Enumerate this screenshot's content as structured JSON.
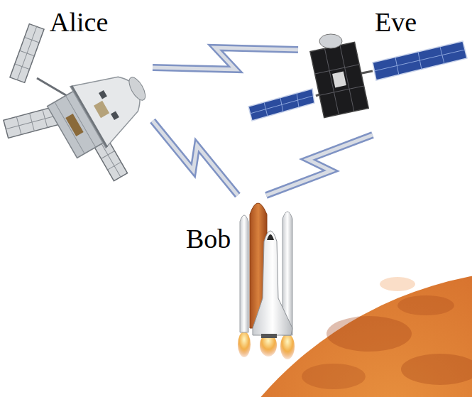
{
  "diagram": {
    "nodes": [
      {
        "text": [
          "Alice"
        ]
      },
      {
        "text": [
          "Eve"
        ]
      },
      {
        "text": [
          "Bob"
        ]
      }
    ],
    "edges": [
      {
        "from": 0,
        "to": 1,
        "arrow": "none"
      },
      {
        "from": 0,
        "to": 2,
        "arrow": "none"
      },
      {
        "from": 1,
        "to": 2,
        "arrow": "none"
      }
    ]
  }
}
